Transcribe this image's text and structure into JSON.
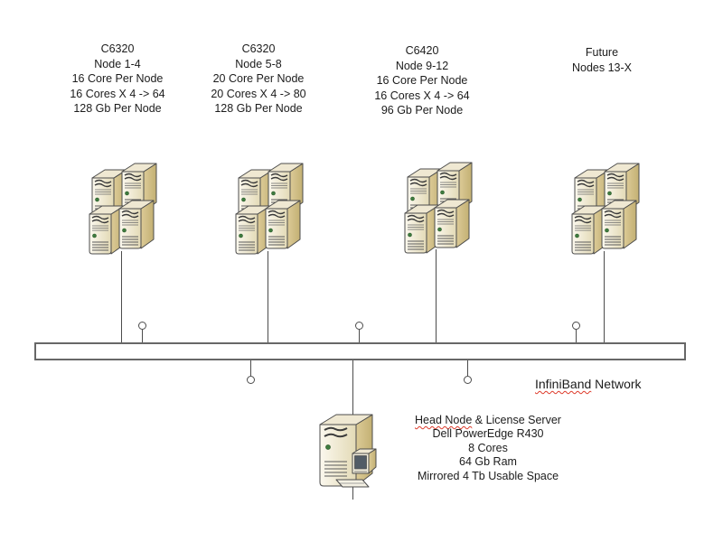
{
  "diagram": {
    "title_hint": "HPC cluster / InfiniBand network topology",
    "clusters": [
      {
        "icon": "server-cluster-icon",
        "lines": [
          "C6320",
          "Node 1-4",
          "16 Core Per Node",
          "16 Cores X 4 -> 64",
          "128 Gb Per Node"
        ]
      },
      {
        "icon": "server-cluster-icon",
        "lines": [
          "C6320",
          "Node 5-8",
          "20 Core Per Node",
          "20 Cores X 4 -> 80",
          "128 Gb Per Node"
        ]
      },
      {
        "icon": "server-cluster-icon",
        "lines": [
          "C6420",
          "Node 9-12",
          "16 Core Per Node",
          "16 Cores X 4 -> 64",
          "96 Gb Per Node"
        ]
      },
      {
        "icon": "server-cluster-icon",
        "lines": [
          "Future",
          "Nodes 13-X"
        ]
      }
    ],
    "network": {
      "label_flagged": "InfiniBand",
      "label_rest": " Network"
    },
    "head_node": {
      "icon": "server-with-workstation-icon",
      "title_flagged": "Head Node",
      "title_rest": " & License Server",
      "specs": [
        "Dell PowerEdge R430",
        "8 Cores",
        "64 Gb Ram",
        "Mirrored 4 Tb Usable Space"
      ]
    },
    "colors": {
      "background": "#ffffff",
      "server_front": "#f6f1de",
      "server_side": "#d3c28c",
      "server_top": "#efe8d2",
      "outline": "#4c4c4c",
      "led_green": "#3e7b3e",
      "text": "#1c1c1c",
      "spellcheck_red": "#dd3a2a",
      "bus_border": "#676767"
    }
  }
}
